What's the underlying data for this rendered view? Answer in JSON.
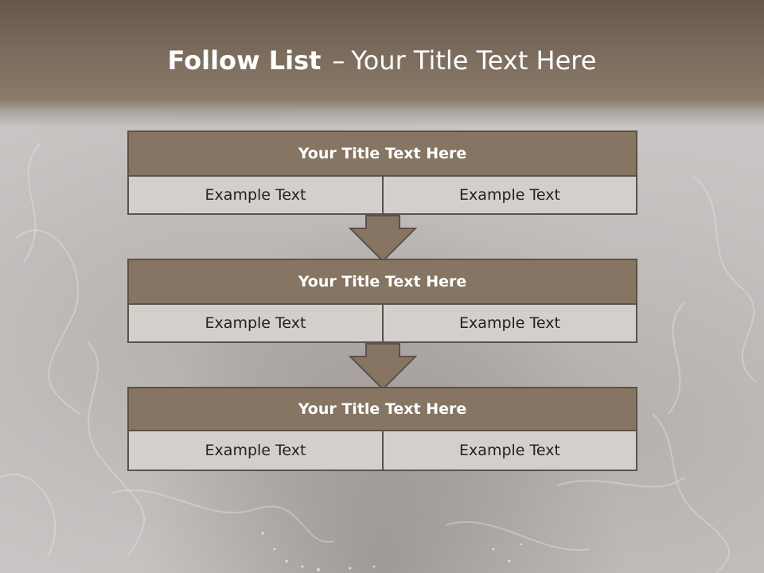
{
  "slide": {
    "title_bold": "Follow List",
    "title_separator": "–",
    "title_rest": "Your Title Text Here"
  },
  "blocks": [
    {
      "title": "Your Title Text Here",
      "left_text": "Example Text",
      "right_text": "Example Text"
    },
    {
      "title": "Your Title Text Here",
      "left_text": "Example Text",
      "right_text": "Example Text"
    },
    {
      "title": "Your Title Text Here",
      "left_text": "Example Text",
      "right_text": "Example Text"
    }
  ],
  "colors": {
    "header_band": "#7a6b5c",
    "block_header": "#867563",
    "cell_background": "#d3cfcc",
    "border": "#5e5146",
    "arrow_fill": "#867563",
    "background": "#c9c6c5"
  },
  "icons": [
    "down-arrow-icon",
    "down-arrow-icon"
  ]
}
